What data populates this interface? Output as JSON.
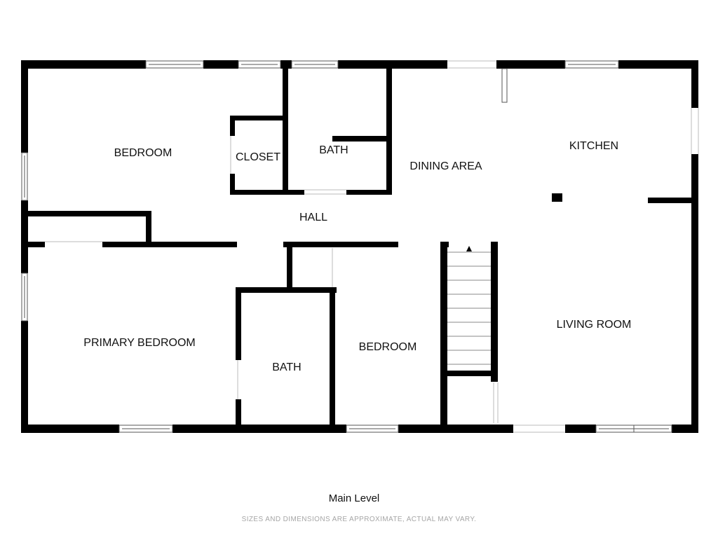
{
  "floor_plan": {
    "rooms": {
      "bedroom_top": "BEDROOM",
      "closet": "CLOSET",
      "bath_top": "BATH",
      "dining_area": "DINING AREA",
      "kitchen": "KITCHEN",
      "hall": "HALL",
      "primary_bedroom": "PRIMARY BEDROOM",
      "bath_bottom": "BATH",
      "bedroom_bottom": "BEDROOM",
      "living_room": "LIVING ROOM"
    },
    "level_title": "Main Level",
    "disclaimer": "SIZES AND DIMENSIONS ARE APPROXIMATE, ACTUAL MAY VARY."
  },
  "colors": {
    "wall": "#000000",
    "background": "#ffffff",
    "label": "#111111",
    "disclaimer": "#a6a6a6"
  }
}
